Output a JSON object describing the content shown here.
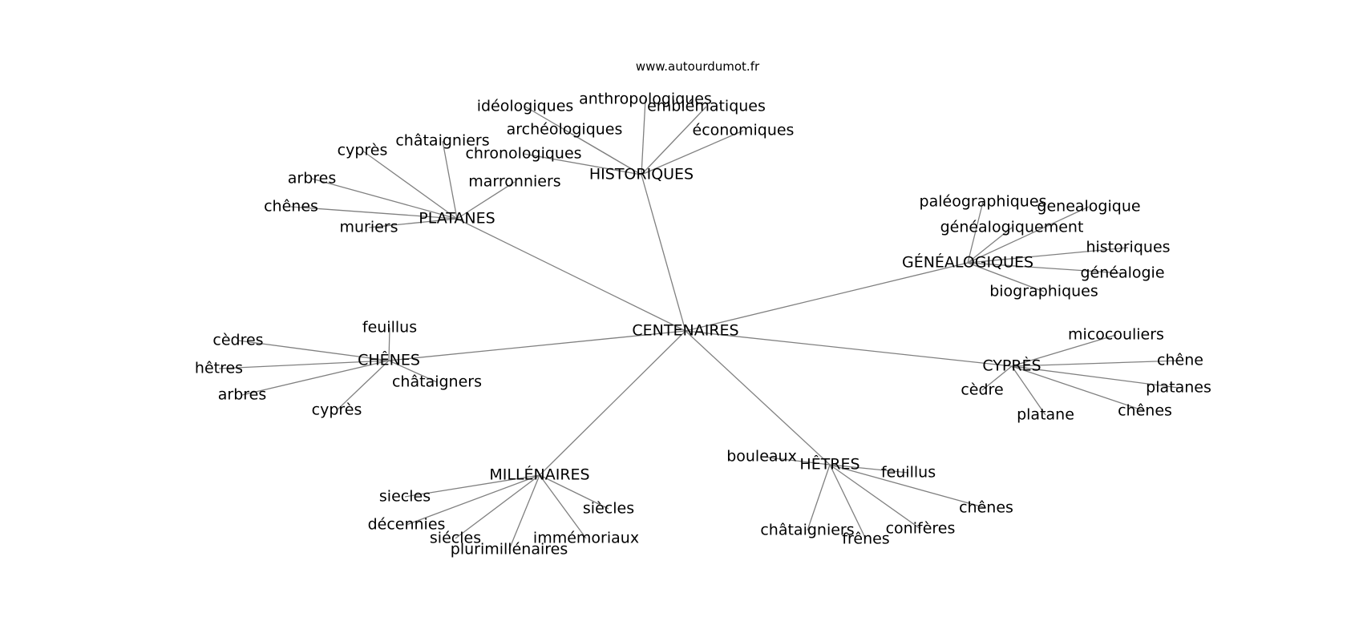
{
  "source": "www.autourdumot.fr",
  "colors": {
    "edge": "#808080",
    "text": "#000000",
    "background": "#ffffff"
  },
  "graph": {
    "center": "CENTENAIRES",
    "hubs": [
      {
        "label": "HISTORIQUES",
        "leaves": [
          "idéologiques",
          "anthropologiques",
          "emblématiques",
          "archéologiques",
          "économiques",
          "chronologiques"
        ]
      },
      {
        "label": "PLATANES",
        "leaves": [
          "cyprès",
          "châtaigniers",
          "arbres",
          "marronniers",
          "chênes",
          "muriers"
        ]
      },
      {
        "label": "GÉNÉALOGIQUES",
        "leaves": [
          "paléographiques",
          "genealogique",
          "généalogiquement",
          "historiques",
          "généalogie",
          "biographiques"
        ]
      },
      {
        "label": "CHÊNES",
        "leaves": [
          "feuillus",
          "cèdres",
          "hêtres",
          "châtaigners",
          "arbres",
          "cyprès"
        ]
      },
      {
        "label": "CYPRÈS",
        "leaves": [
          "micocouliers",
          "chêne",
          "platanes",
          "cèdre",
          "chênes",
          "platane"
        ]
      },
      {
        "label": "HÊTRES",
        "leaves": [
          "bouleaux",
          "feuillus",
          "chênes",
          "conifères",
          "châtaigniers",
          "frênes"
        ]
      },
      {
        "label": "MILLÉNAIRES",
        "leaves": [
          "siecles",
          "siècles",
          "décennies",
          "immémoriaux",
          "siécles",
          "plurimillénaires"
        ]
      }
    ]
  }
}
